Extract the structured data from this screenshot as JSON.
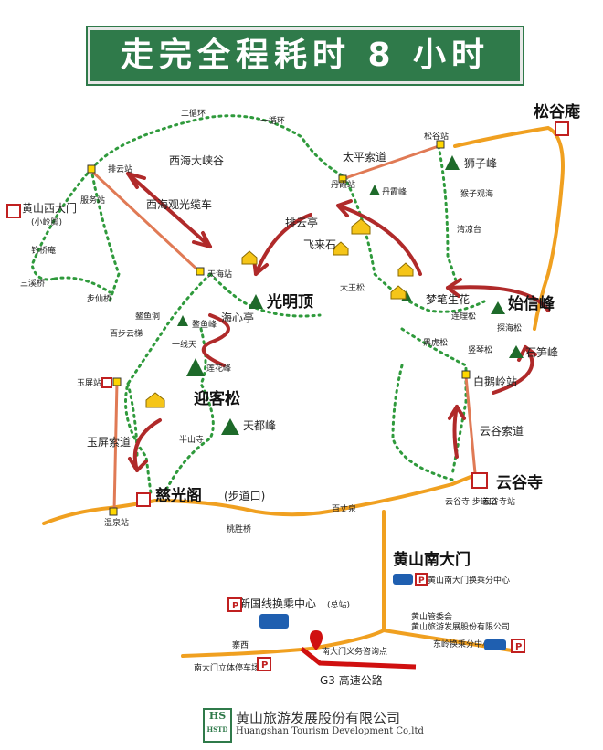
{
  "title": "走完全程耗时 8 小时",
  "footer": {
    "logo_text": "HSTD",
    "company_cn": "黄山旅游发展股份有限公司",
    "company_en": "Huangshan Tourism Development Co,ltd"
  },
  "labels": {
    "ersai": "二循环",
    "yixun": "一循环",
    "xihai_canyon": "西海大峡谷",
    "xihai_cable": "西海观光缆车",
    "paiyun_station": "排云站",
    "service_station": "服务站",
    "west_gate": "黄山西大门",
    "west_gate_sub": "(小岭脚)",
    "diaoqiao": "钓桥庵",
    "sanxi": "三溪桥",
    "buxian": "步仙桥",
    "tianhai": "天海站",
    "guangming": "光明顶",
    "haixinting": "海心亭",
    "aoyudong": "鳌鱼洞",
    "aoyufeng": "鳌鱼峰",
    "baibu": "百步云梯",
    "yixiantian": "一线天",
    "lianhua": "莲花峰",
    "yuping_station": "玉屏站",
    "yingkesong": "迎客松",
    "tiandu": "天都峰",
    "banshansi": "半山寺",
    "yuping_cable": "玉屏索道",
    "ciguangge": "慈光阁",
    "buddha_mouth": "(步道口)",
    "wenquan": "温泉站",
    "baizhang": "百丈泉",
    "taoyuan": "桃胜桥",
    "taiping_cable": "太平索道",
    "danxia_station": "丹霞站",
    "danxia_peak": "丹霞峰",
    "paiyunting": "排云亭",
    "feilai": "飞来石",
    "dawangsong": "大王松",
    "shixin": "始信峰",
    "duomeng": "梦笔生花",
    "lianli": "连理松",
    "tanhai": "探海松",
    "shuqin": "竖琴松",
    "heihu": "黑虎松",
    "shisun": "石笋峰",
    "baie": "白鹅岭站",
    "yungu_cable": "云谷索道",
    "yungu_temple": "云谷寺",
    "yungu_trail": "云谷寺\n步道口",
    "yungu_station": "云谷寺站",
    "songgu": "松谷庵",
    "songgu_station": "松谷站",
    "shizi": "狮子峰",
    "houzi": "猴子观海",
    "qingliang": "清凉台",
    "south_gate": "黄山南大门",
    "south_transfer": "黄山南大门换乘分中心",
    "new_transfer": "新国线换乘中心",
    "new_transfer_sub": "(总站)",
    "mgmt1": "黄山管委会",
    "mgmt2": "黄山旅游发展股份有限公司",
    "dongling": "东岭换乘分中心",
    "zhaixi": "寨西",
    "consult": "南大门义务咨询点",
    "parking_lot": "南大门立体停车场",
    "highway": "G3 高速公路"
  },
  "colors": {
    "trail": "#2f9a3c",
    "road": "#f0a020",
    "cable": "#e07a55",
    "arrow": "#b02a2a",
    "highway": "#d01010",
    "banner": "#2f7a4a"
  }
}
